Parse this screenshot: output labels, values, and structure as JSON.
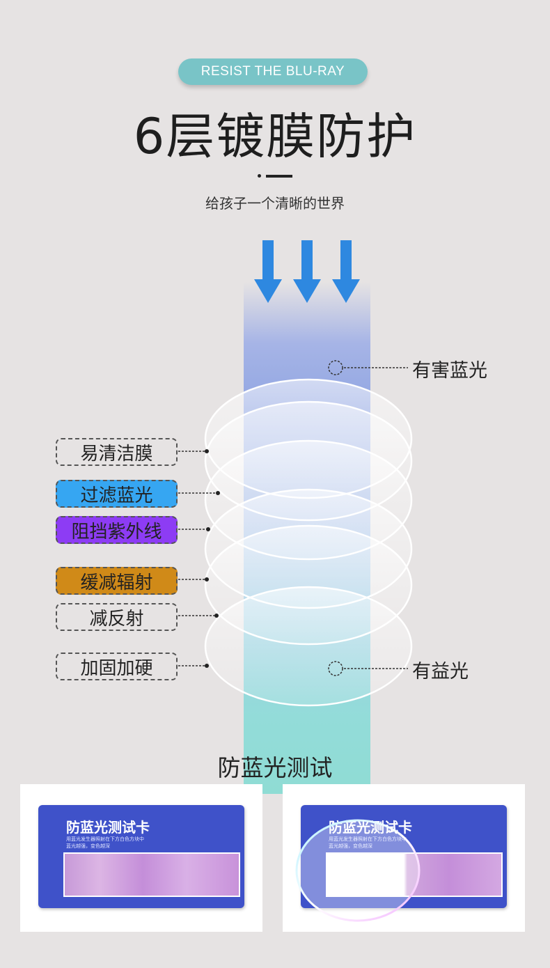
{
  "header": {
    "pill_text": "RESIST THE BLU-RAY",
    "title": "6层镀膜防护",
    "subtitle": "给孩子一个清晰的世界"
  },
  "diagram": {
    "harmful_label": "有害蓝光",
    "beneficial_label": "有益光",
    "layers": [
      {
        "label": "易清洁膜",
        "color": ""
      },
      {
        "label": "过滤蓝光",
        "color": "#36a6f2"
      },
      {
        "label": "阻挡紫外线",
        "color": "#8d3cf4"
      },
      {
        "label": "缓减辐射",
        "color": "#d08a18"
      },
      {
        "label": "减反射",
        "color": ""
      },
      {
        "label": "加固加硬",
        "color": ""
      }
    ],
    "arrow_color": "#2e88e0"
  },
  "test": {
    "title": "防蓝光测试",
    "cards": [
      {
        "card_title": "防蓝光测试卡",
        "card_text": "用蓝光发生器照射在下方白色方块中\n蓝光越强，变色越深"
      },
      {
        "card_title": "防蓝光测试卡",
        "card_text": "用蓝光发生器照射在下方白色方块中\n蓝光越强，变色越深"
      }
    ]
  }
}
